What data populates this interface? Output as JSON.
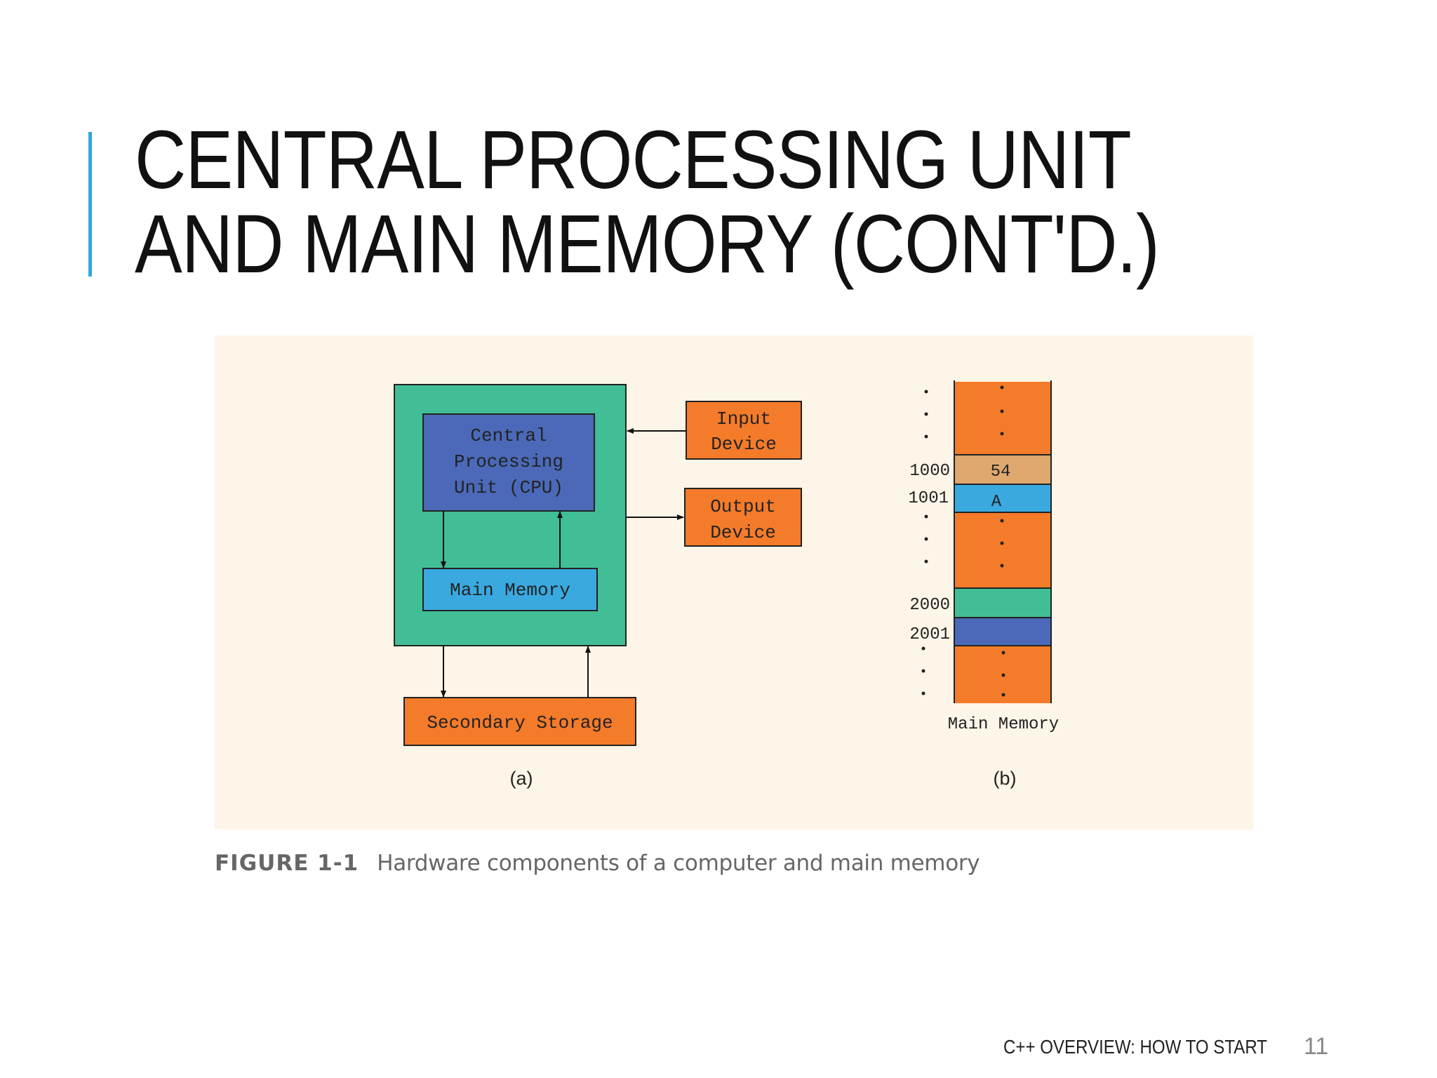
{
  "slide": {
    "title_line1": "CENTRAL PROCESSING UNIT",
    "title_line2": "AND MAIN MEMORY (CONT'D.)",
    "footer_text": "C++ OVERVIEW: HOW TO START",
    "page_number": "11"
  },
  "colors": {
    "accent": "#2ea7d8",
    "computer": "#42be96",
    "cpu": "#4b69b8",
    "main_memory": "#3aa9e0",
    "device": "#f47b2a",
    "cell_54": "#dea86e",
    "panel_bg": "#fdf5e7"
  },
  "diagram_a": {
    "cpu_line1": "Central",
    "cpu_line2": "Processing",
    "cpu_line3": "Unit (CPU)",
    "main_memory": "Main Memory",
    "input_line1": "Input",
    "input_line2": "Device",
    "output_line1": "Output",
    "output_line2": "Device",
    "secondary_storage": "Secondary Storage",
    "label": "(a)"
  },
  "diagram_b": {
    "address_1000": "1000",
    "address_1001": "1001",
    "address_2000": "2000",
    "address_2001": "2001",
    "value_1000": "54",
    "value_1001": "A",
    "memory_label": "Main Memory",
    "label": "(b)"
  },
  "caption": {
    "figure_label": "FIGURE 1-1",
    "text": "Hardware components of a computer and main memory"
  }
}
